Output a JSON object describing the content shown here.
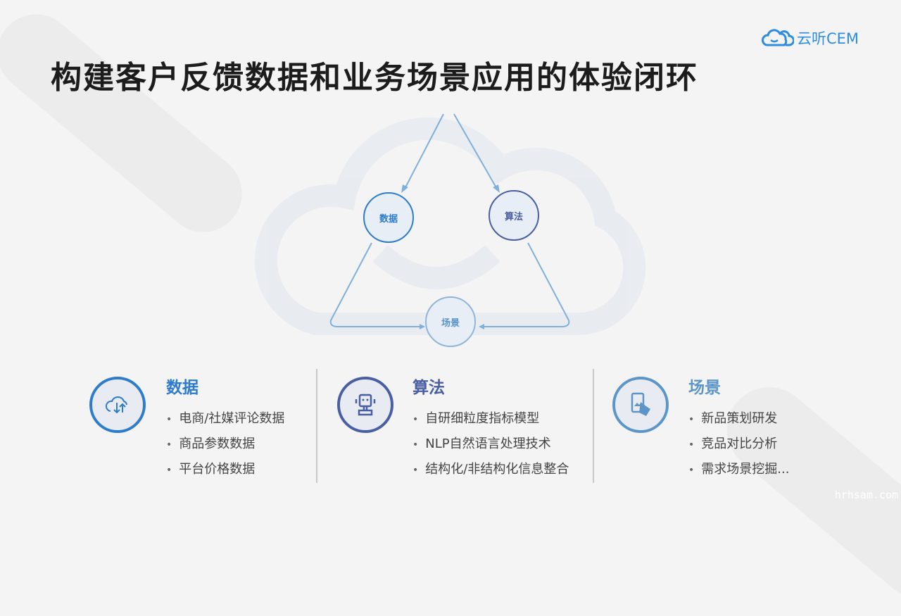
{
  "title": "构建客户反馈数据和业务场景应用的体验闭环",
  "logo": {
    "text": "云听CEM"
  },
  "cycle": {
    "nodes": [
      "数据",
      "算法",
      "场景"
    ]
  },
  "colors": {
    "data": "#2e7ccc",
    "algorithm": "#4a5fa3",
    "scene": "#5c96c9"
  },
  "columns": [
    {
      "heading": "数据",
      "icon": "cloud-upload-download-icon",
      "items": [
        "电商/社媒评论数据",
        "商品参数数据",
        "平台价格数据"
      ]
    },
    {
      "heading": "算法",
      "icon": "robot-icon",
      "items": [
        "自研细粒度指标模型",
        "NLP自然语言处理技术",
        "结构化/非结构化信息整合"
      ]
    },
    {
      "heading": "场景",
      "icon": "phone-hand-icon",
      "items": [
        "新品策划研发",
        "竞品对比分析",
        "需求场景挖掘..."
      ]
    }
  ],
  "watermark": "hrhsam.com"
}
